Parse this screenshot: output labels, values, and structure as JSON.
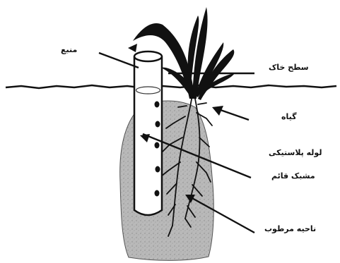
{
  "labels": {
    "source": "منبع",
    "ground_surface": "سطح خاک",
    "plant": "گیاه",
    "pipe_line1": "لوله پلاستیکی",
    "pipe_line2": "مشبک قائم",
    "moist_zone": "ناحیه مرطوب"
  },
  "colors": {
    "ink": "#111111",
    "moist_zone": "#b4b4b4",
    "pipe_fill": "#ffffff",
    "background": "#ffffff"
  }
}
